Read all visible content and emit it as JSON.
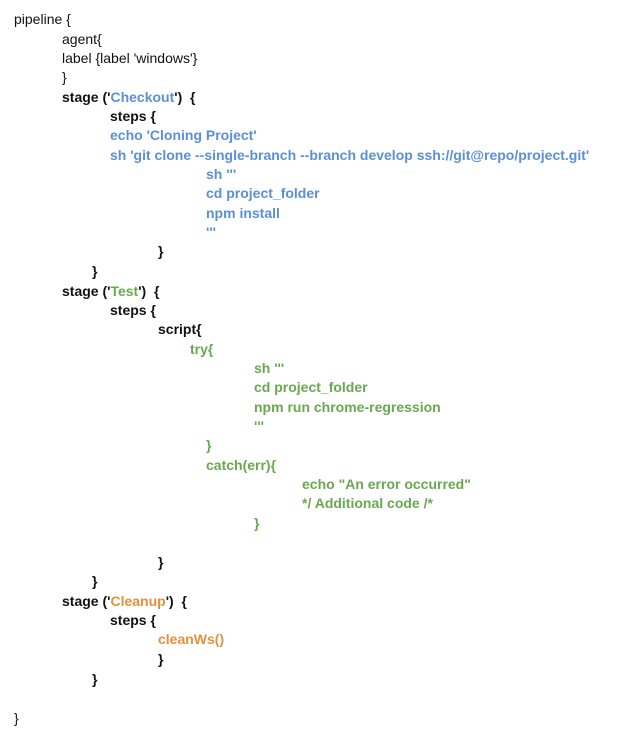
{
  "lines": [
    {
      "segments": [
        {
          "text": "pipeline {",
          "color": "black",
          "bold": false
        }
      ]
    },
    {
      "segments": [
        {
          "text": "agent{",
          "color": "black",
          "bold": false
        }
      ]
    },
    {
      "segments": [
        {
          "text": "label {label 'windows'}",
          "color": "black",
          "bold": false
        }
      ]
    },
    {
      "segments": [
        {
          "text": "}",
          "color": "black",
          "bold": false
        }
      ]
    },
    {
      "segments": [
        {
          "text": "stage ('",
          "color": "black",
          "bold": true
        },
        {
          "text": "Checkout",
          "color": "blue",
          "bold": true
        },
        {
          "text": "')  {",
          "color": "black",
          "bold": true
        }
      ]
    },
    {
      "segments": [
        {
          "text": "steps {",
          "color": "black",
          "bold": true
        }
      ]
    },
    {
      "segments": [
        {
          "text": "echo 'Cloning Project'",
          "color": "blue",
          "bold": true
        }
      ]
    },
    {
      "segments": [
        {
          "text": "sh 'git clone --single-branch --branch develop ssh://git@repo/project.git'",
          "color": "blue",
          "bold": true
        }
      ]
    },
    {
      "segments": [
        {
          "text": "sh '''",
          "color": "blue",
          "bold": true
        }
      ]
    },
    {
      "segments": [
        {
          "text": "cd project_folder",
          "color": "blue",
          "bold": true
        }
      ]
    },
    {
      "segments": [
        {
          "text": "npm install",
          "color": "blue",
          "bold": true
        }
      ]
    },
    {
      "segments": [
        {
          "text": "'''",
          "color": "blue",
          "bold": true
        }
      ]
    },
    {
      "segments": [
        {
          "text": "}",
          "color": "black",
          "bold": true
        }
      ]
    },
    {
      "segments": [
        {
          "text": "}",
          "color": "black",
          "bold": true
        }
      ]
    },
    {
      "segments": [
        {
          "text": "stage ('",
          "color": "black",
          "bold": true
        },
        {
          "text": "Test",
          "color": "green",
          "bold": true
        },
        {
          "text": "')  {",
          "color": "black",
          "bold": true
        }
      ]
    },
    {
      "segments": [
        {
          "text": "steps {",
          "color": "black",
          "bold": true
        }
      ]
    },
    {
      "segments": [
        {
          "text": "script{",
          "color": "black",
          "bold": true
        }
      ]
    },
    {
      "segments": [
        {
          "text": "try{",
          "color": "green",
          "bold": true
        }
      ]
    },
    {
      "segments": [
        {
          "text": "sh '''",
          "color": "green",
          "bold": true
        }
      ]
    },
    {
      "segments": [
        {
          "text": "cd project_folder",
          "color": "green",
          "bold": true
        }
      ]
    },
    {
      "segments": [
        {
          "text": "npm run chrome-regression",
          "color": "green",
          "bold": true
        }
      ]
    },
    {
      "segments": [
        {
          "text": "'''",
          "color": "green",
          "bold": true
        }
      ]
    },
    {
      "segments": [
        {
          "text": "}",
          "color": "green",
          "bold": true
        }
      ]
    },
    {
      "segments": [
        {
          "text": "catch(err){",
          "color": "green",
          "bold": true
        }
      ]
    },
    {
      "segments": [
        {
          "text": "echo \"An error occurred\"",
          "color": "green",
          "bold": true
        }
      ]
    },
    {
      "segments": [
        {
          "text": "*/ Additional code /*",
          "color": "green",
          "bold": true
        }
      ]
    },
    {
      "segments": [
        {
          "text": "}",
          "color": "green",
          "bold": true
        }
      ]
    },
    {
      "segments": [
        {
          "text": "}",
          "color": "black",
          "bold": true
        }
      ]
    },
    {
      "segments": [
        {
          "text": "}",
          "color": "black",
          "bold": true
        }
      ]
    },
    {
      "segments": [
        {
          "text": "stage ('",
          "color": "black",
          "bold": true
        },
        {
          "text": "Cleanup",
          "color": "orange",
          "bold": true
        },
        {
          "text": "')  {",
          "color": "black",
          "bold": true
        }
      ]
    },
    {
      "segments": [
        {
          "text": "steps {",
          "color": "black",
          "bold": true
        }
      ]
    },
    {
      "segments": [
        {
          "text": "cleanWs()",
          "color": "orange",
          "bold": true
        }
      ]
    },
    {
      "segments": [
        {
          "text": "}",
          "color": "black",
          "bold": true
        }
      ]
    },
    {
      "segments": [
        {
          "text": "}",
          "color": "black",
          "bold": true
        }
      ]
    },
    {
      "segments": [
        {
          "text": "}",
          "color": "black",
          "bold": false
        }
      ]
    }
  ],
  "colors": {
    "black": "#111111",
    "blue": "#5b8fd6",
    "green": "#6aa84f",
    "orange": "#e69138"
  }
}
